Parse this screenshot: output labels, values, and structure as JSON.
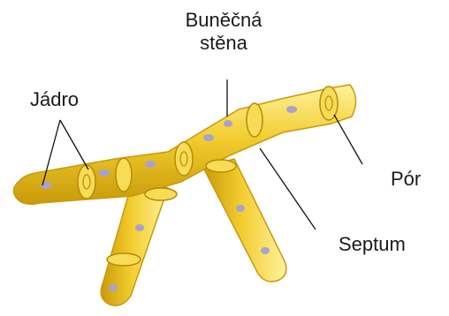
{
  "labels": {
    "cell_wall_line1": "Buněčná",
    "cell_wall_line2": "stěna",
    "nucleus": "Jádro",
    "pore": "Pór",
    "septum": "Septum"
  },
  "colors": {
    "hypha_fill": "#f2cd2e",
    "hypha_dark": "#c89a0a",
    "hypha_light": "#fff29a",
    "nucleus": "#a9a2cf",
    "leader_line": "#111111"
  }
}
